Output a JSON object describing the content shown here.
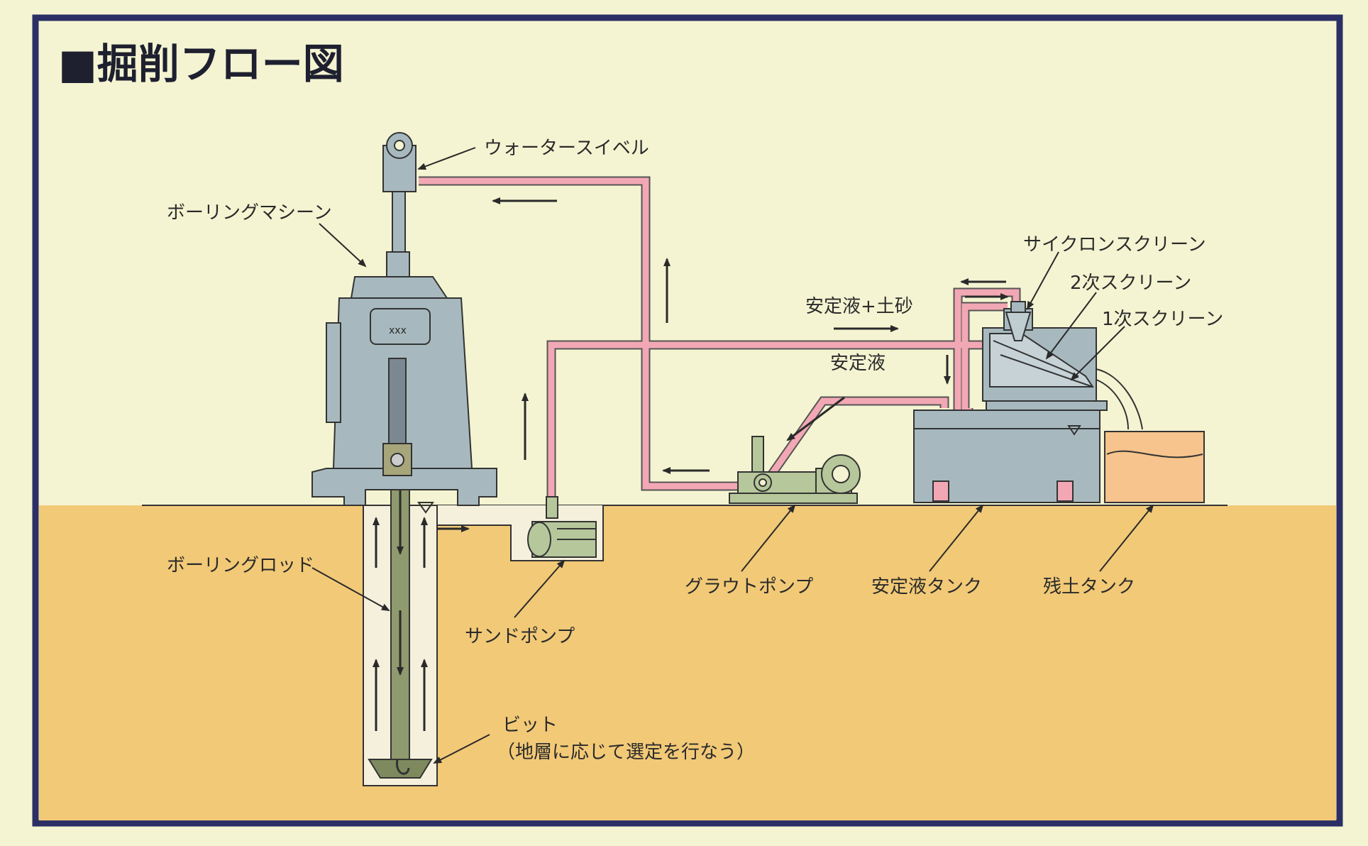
{
  "title": "■掘削フロー図",
  "labels": {
    "water_swivel": "ウォータースイベル",
    "boring_machine": "ボーリングマシーン",
    "machine_plate": "xxx",
    "cyclone_screen": "サイクロンスクリーン",
    "secondary_screen": "2次スクリーン",
    "primary_screen": "1次スクリーン",
    "slurry_with_soil": "安定液+土砂",
    "stabilizing_fluid": "安定液",
    "boring_rod": "ボーリングロッド",
    "sand_pump": "サンドポンプ",
    "grout_pump": "グラウトポンプ",
    "fluid_tank": "安定液タンク",
    "soil_tank": "残土タンク",
    "bit": "ビット",
    "bit_note": "（地層に応じて選定を行なう）"
  },
  "colors": {
    "background": "#f4f4d2",
    "frame": "#2b2f66",
    "ground": "#f2c977",
    "equipment": "#a7b9bf",
    "pump": "#b6c79b",
    "pipe": "#f2a8b4",
    "soil_tank": "#f6c48c"
  }
}
